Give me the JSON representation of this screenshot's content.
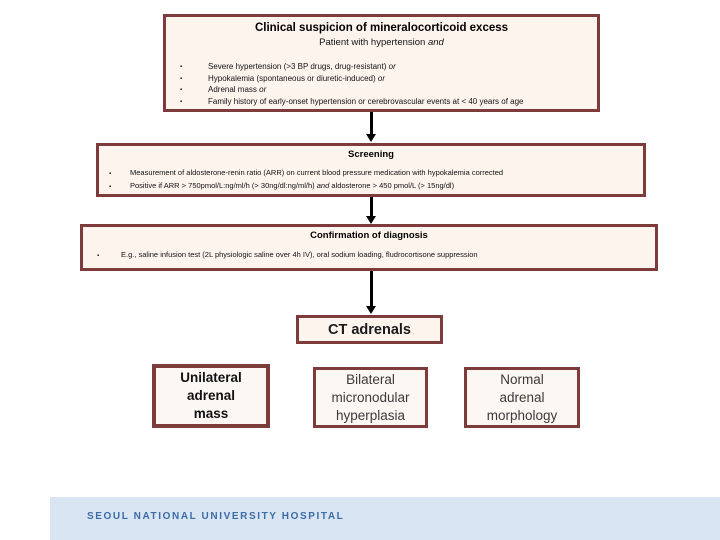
{
  "flowchart": {
    "top_box": {
      "title": "Clinical suspicion of mineralocorticoid excess",
      "subtitle_prefix": "Patient with hypertension ",
      "subtitle_italic": "and",
      "bullets": [
        {
          "text": "Severe hypertension (>3 BP drugs, drug-resistant) ",
          "italic_suffix": "or"
        },
        {
          "text": "Hypokalemia (spontaneous or diuretic-induced) ",
          "italic_suffix": "or"
        },
        {
          "text": "Adrenal mass ",
          "italic_suffix": "or"
        },
        {
          "text": "Family history of early-onset hypertension or cerebrovascular events at < 40 years of age",
          "italic_suffix": ""
        }
      ]
    },
    "screening_box": {
      "heading": "Screening",
      "bullets": [
        {
          "prefix": "Measurement of aldosterone-renin ratio (ARR) on current blood pressure medication with hypokalemia corrected",
          "italic_mid": "",
          "suffix": ""
        },
        {
          "prefix": "Positive if ARR > 750pmol/L:ng/ml/h (> 30ng/dl:ng/ml/h) ",
          "italic_mid": "and",
          "suffix": " aldosterone > 450 pmol/L (> 15ng/dl)"
        }
      ]
    },
    "confirmation_box": {
      "heading": "Confirmation of diagnosis",
      "bullet": "E.g., saline infusion test (2L physiologic saline over 4h IV), oral sodium loading, fludrocortisone suppression"
    },
    "ct_box": {
      "label": "CT adrenals"
    },
    "outcomes": [
      {
        "lines": [
          "Unilateral",
          "adrenal",
          "mass"
        ]
      },
      {
        "lines": [
          "Bilateral",
          "micronodular",
          "hyperplasia"
        ]
      },
      {
        "lines": [
          "Normal",
          "adrenal",
          "morphology"
        ]
      }
    ],
    "footer": {
      "text": "SEOUL NATIONAL UNIVERSITY HOSPITAL"
    },
    "colors": {
      "box_border": "#7E3B3B",
      "box_fill": "#FDF4EE",
      "arrow": "#000000",
      "footer_bg": "#D9E5F2",
      "footer_text": "#3C6CA8"
    }
  }
}
